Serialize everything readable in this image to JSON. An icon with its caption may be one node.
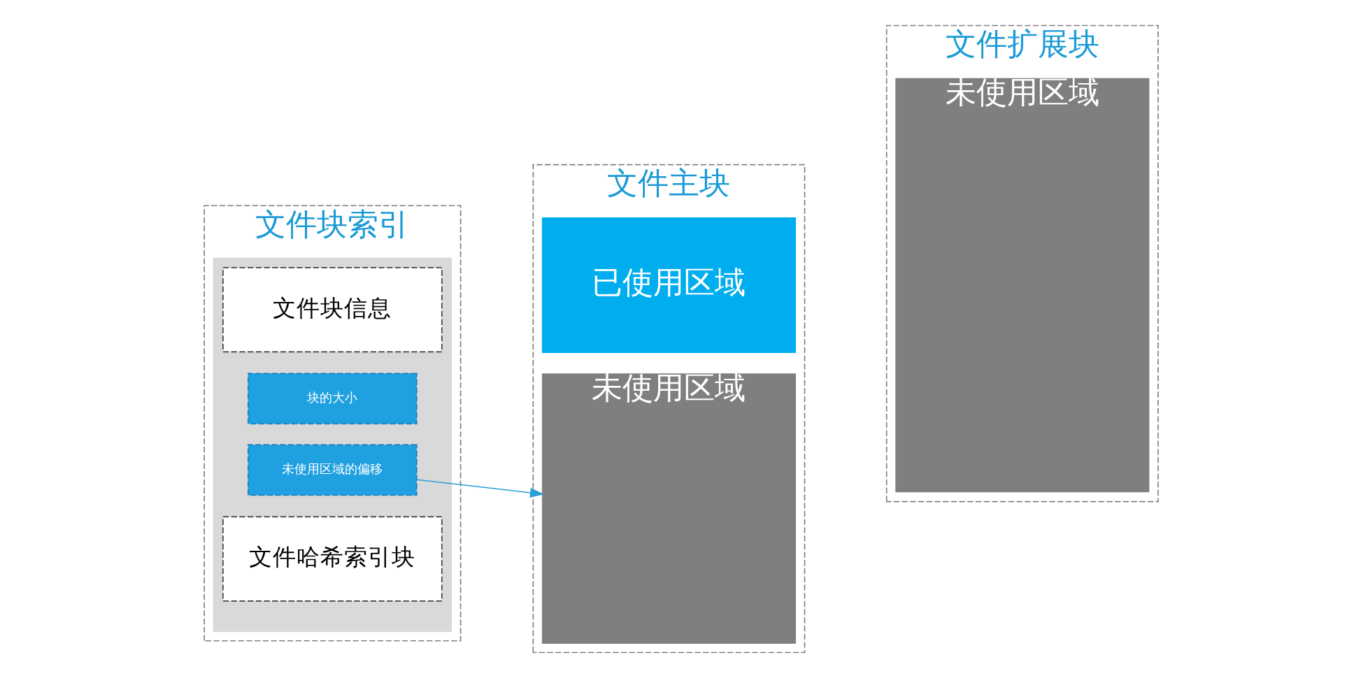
{
  "diagram": {
    "nodes": [
      {
        "text": [
          "文件块索引"
        ]
      },
      {
        "text": [],
        "shape": "box",
        "in": 0
      },
      {
        "text": [
          "文件块信息"
        ],
        "in": 1
      },
      {
        "text": [
          "块的大小"
        ],
        "in": 1
      },
      {
        "text": [
          "未使用区域的偏移"
        ],
        "in": 1
      },
      {
        "text": [
          "文件哈希索引块"
        ],
        "in": 1
      },
      {
        "text": [
          "文件主块"
        ]
      },
      {
        "text": [
          "已使用区域"
        ],
        "in": 6
      },
      {
        "text": [
          "未使用区域"
        ],
        "in": 6
      },
      {
        "text": [
          "文件扩展块"
        ]
      },
      {
        "text": [
          "未使用区域"
        ],
        "in": 9
      }
    ],
    "edges": [
      {
        "from": 4,
        "to": 8,
        "arrow": "to"
      }
    ]
  }
}
